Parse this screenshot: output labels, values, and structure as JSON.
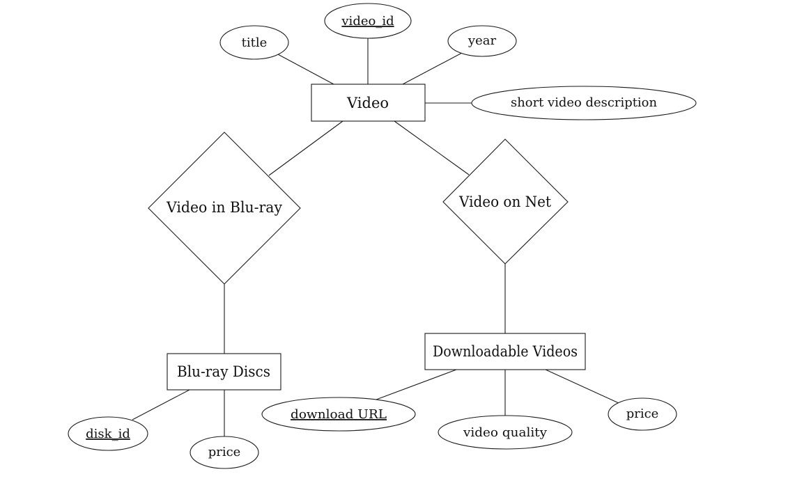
{
  "entities": {
    "video": "Video",
    "bluray_discs": "Blu-ray Discs",
    "downloadable_videos": "Downloadable Videos"
  },
  "relationships": {
    "video_in_bluray": "Video in Blu-ray",
    "video_on_net": "Video on Net"
  },
  "attributes": {
    "video_id": "video_id",
    "title": "title",
    "year": "year",
    "short_description": "short video description",
    "disk_id": "disk_id",
    "bluray_price": "price",
    "download_url": "download URL",
    "video_quality": "video quality",
    "download_price": "price"
  }
}
